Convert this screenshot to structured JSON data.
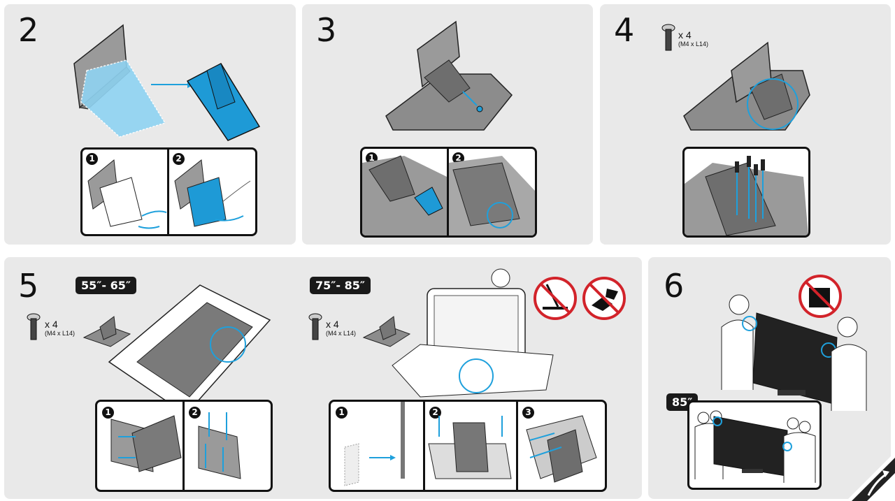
{
  "steps": {
    "s2": {
      "number": "2",
      "sub": [
        "1",
        "2"
      ]
    },
    "s3": {
      "number": "3",
      "sub": [
        "1",
        "2"
      ]
    },
    "s4": {
      "number": "4",
      "screw_qty": "x 4",
      "screw_spec": "(M4 x L14)"
    },
    "s5": {
      "number": "5",
      "left": {
        "size": "55″- 65″",
        "screw_qty": "x 4",
        "screw_spec": "(M4 x L14)",
        "sub": [
          "1",
          "2"
        ]
      },
      "right": {
        "size": "75″- 85″",
        "screw_qty": "x 4",
        "screw_spec": "(M4 x L14)",
        "sub": [
          "1",
          "2",
          "3"
        ]
      }
    },
    "s6": {
      "number": "6",
      "size": "85″"
    }
  },
  "colors": {
    "panel": "#e9e9e9",
    "accent": "#1ea0dc",
    "warning": "#d2232a",
    "dark": "#111111"
  },
  "icons": [
    "screw-icon",
    "no-pressure-icon",
    "no-impact-icon",
    "no-screen-touch-icon",
    "page-curl-icon"
  ]
}
